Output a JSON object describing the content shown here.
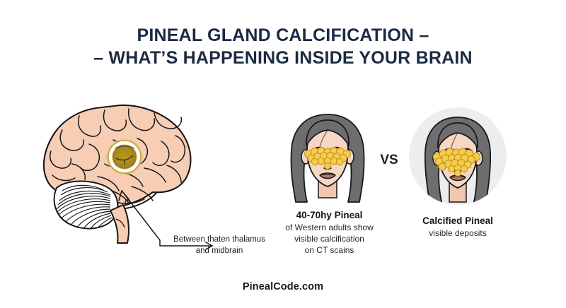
{
  "meta": {
    "background_color": "#ffffff",
    "title_color": "#1b2a44",
    "accent_gold": "#f5ce4a",
    "gold_outline": "#c9952a",
    "pineal_marker_color": "#a88a1e",
    "skin_color": "#f6d7c4",
    "hair_color": "#6e6e70",
    "brain_fill": "#f7cdb4",
    "circle_bg": "#ededef"
  },
  "title": {
    "line1": "PINEAL GLAND CALCIFICATION –",
    "line2": "– WHAT’S HAPPENING INSIDE YOUR BRAIN"
  },
  "brain": {
    "label": "lateral brain illustration",
    "marker_label": "pineal gland highlight"
  },
  "annotation": {
    "line1": "Between thaten thalamus",
    "line2": "and midbrain"
  },
  "comparison": {
    "vs_label": "VS",
    "left": {
      "head": "40-70hy Pineal",
      "sub_line1": "of Western adults show",
      "sub_line2": "visible calcification",
      "sub_line3": "on CT scains"
    },
    "right": {
      "head": "Calcified Pineal",
      "sub_line1": "visible deposits"
    }
  },
  "footer": {
    "site": "PinealCode.com"
  }
}
